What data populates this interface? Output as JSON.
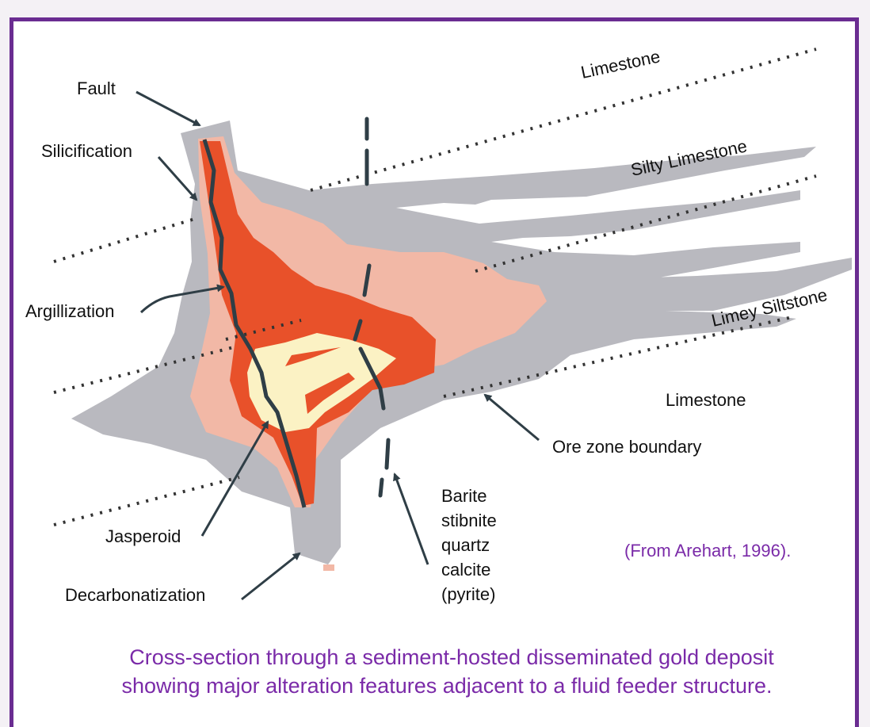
{
  "labels": {
    "fault": "Fault",
    "silicification": "Silicification",
    "argillization": "Argillization",
    "jasperoid": "Jasperoid",
    "decarbonatization": "Decarbonatization",
    "limestone_top": "Limestone",
    "silty_limestone": "Silty Limestone",
    "limey_siltstone": "Limey Siltstone",
    "limestone_bottom": "Limestone",
    "ore_zone_boundary": "Ore zone boundary",
    "minerals": [
      "Barite",
      "stibnite",
      "quartz",
      "calcite",
      "(pyrite)"
    ]
  },
  "source": "(From Arehart, 1996).",
  "caption": {
    "line1": "Cross-section through a sediment-hosted disseminated gold deposit",
    "line2": "showing major alteration features adjacent to a fluid feeder structure."
  },
  "colors": {
    "frame": "#6a2c91",
    "argillization_zone": "#b9b9bf",
    "alteration_pink": "#f2b8a6",
    "jasperoid_red": "#e8512a",
    "core_cream": "#fbf2c4",
    "fault_line": "#2f3e46",
    "caption_text": "#7a2aa8"
  }
}
